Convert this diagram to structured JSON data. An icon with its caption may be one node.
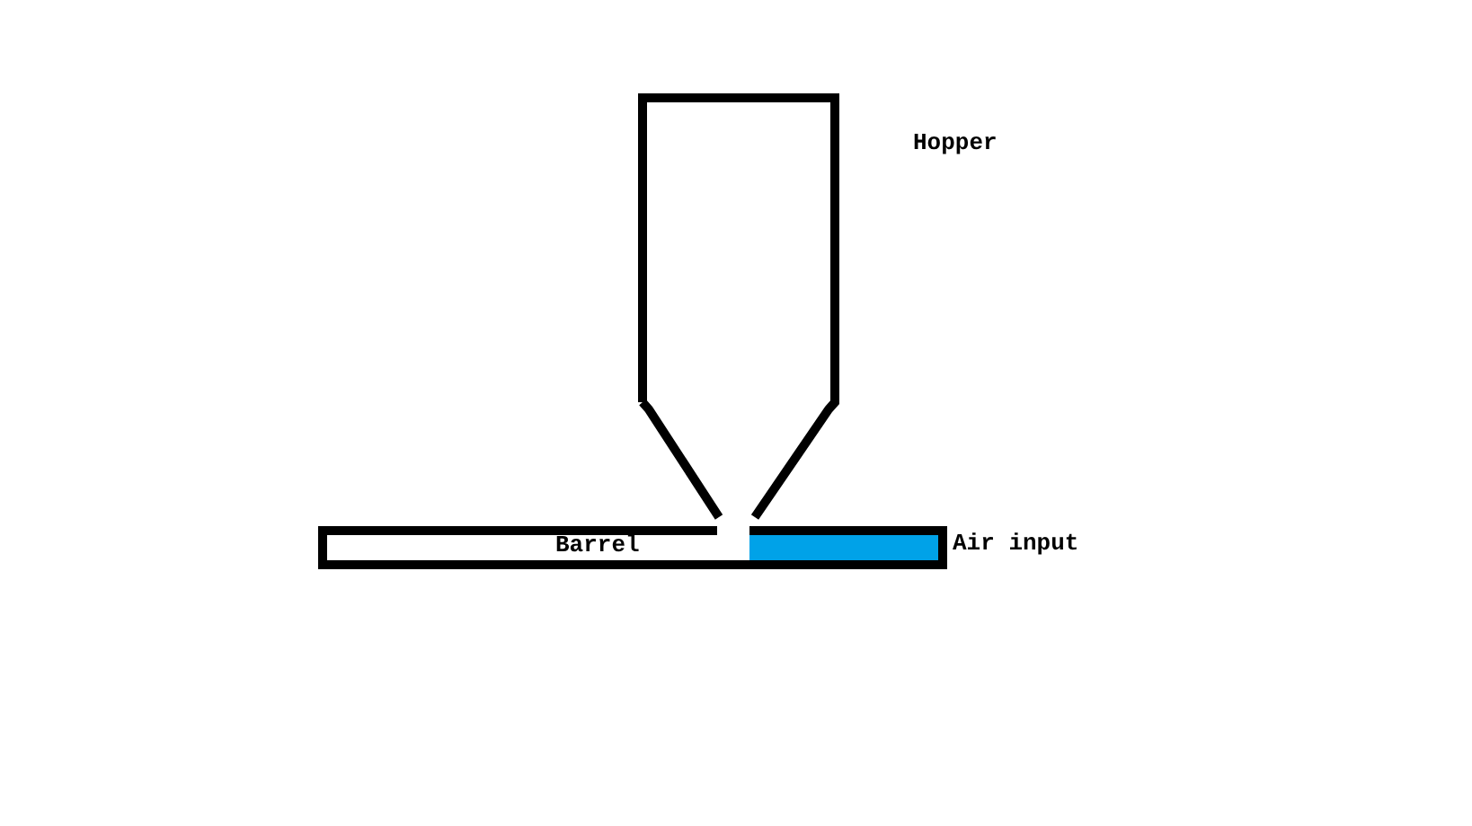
{
  "diagram": {
    "nodes": [
      {
        "text": [
          "Hopper"
        ]
      },
      {
        "text": [
          "Barrel"
        ]
      },
      {
        "text": [
          "Air input"
        ],
        "in": 1
      }
    ]
  }
}
